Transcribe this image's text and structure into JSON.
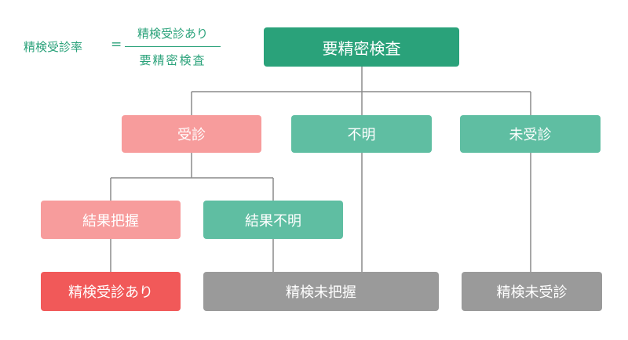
{
  "formula": {
    "lhs": "精検受診率",
    "equals": "=",
    "numerator": "精検受診あり",
    "denominator": "要精密検査"
  },
  "nodes": {
    "root": "要精密検査",
    "consulted": "受診",
    "unknown": "不明",
    "not_consulted": "未受診",
    "result_known": "結果把握",
    "result_unknown": "結果不明",
    "followup_done": "精検受診あり",
    "followup_untracked": "精検未把握",
    "followup_not_done": "精検未受診"
  },
  "colors": {
    "root": "#2aa27a",
    "teal": "#5fbea2",
    "pink": "#f79c9c",
    "red": "#f15959",
    "gray": "#9a9a9a",
    "line": "#8a8a8a"
  }
}
